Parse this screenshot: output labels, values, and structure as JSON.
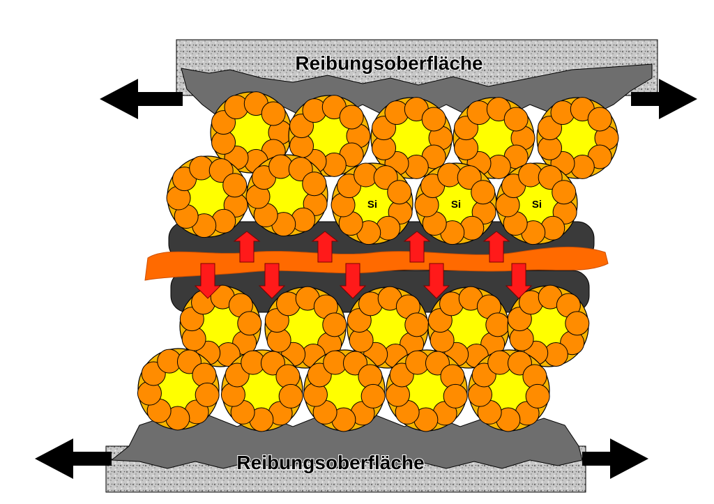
{
  "surfaces": {
    "top_label": "Reibungsoberfläche",
    "bottom_label": "Reibungsoberfläche"
  },
  "particle_label": "Si",
  "colors": {
    "surface_fill": "#bdbdbd",
    "surface_texture": "#7a7a7a",
    "worn_layer": "#6e6e6e",
    "fiber": "#3a3a3a",
    "middle_layer": "#ff6a00",
    "sphere_core": "#ffff00",
    "sphere_ring": "#f7b500",
    "sphere_bead": "#ff8c00",
    "arrow_red": "#ff1a1a",
    "arrow_black": "#000000"
  }
}
